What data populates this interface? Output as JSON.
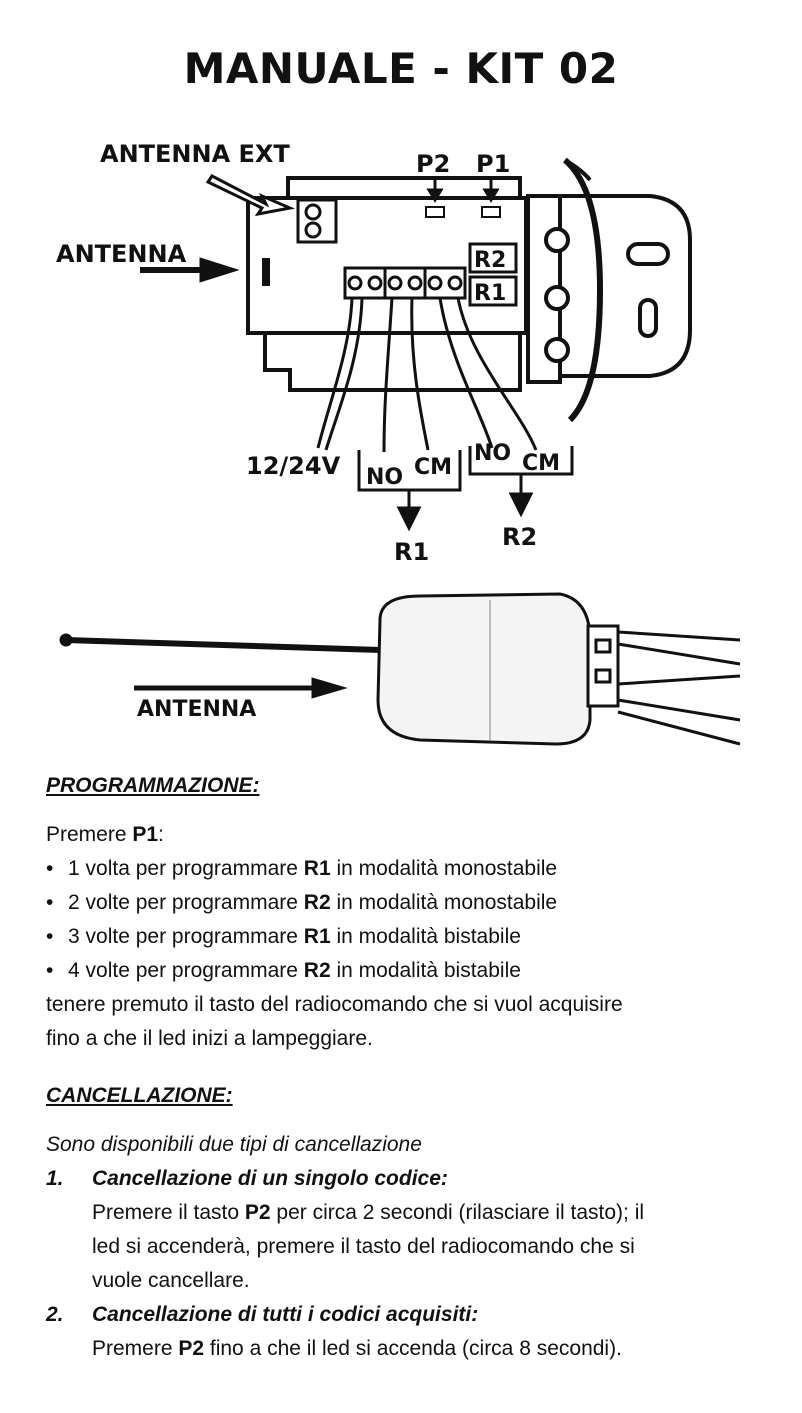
{
  "title": "MANUALE - KIT 02",
  "diagram": {
    "antenna_ext": "ANTENNA EXT",
    "antenna": "ANTENNA",
    "p2": "P2",
    "p1": "P1",
    "r2_box": "R2",
    "r1_box": "R1",
    "voltage": "12/24V",
    "no_1": "NO",
    "cm_1": "CM",
    "no_2": "NO",
    "cm_2": "CM",
    "r1_out": "R1",
    "r2_out": "R2",
    "antenna_2": "ANTENNA"
  },
  "programmazione": {
    "heading": "PROGRAMMAZIONE:",
    "intro_a": "Premere ",
    "intro_b": "P1",
    "intro_c": ":",
    "items": [
      {
        "a": "1 volta per programmare ",
        "b": "R1",
        "c": " in modalità monostabile"
      },
      {
        "a": "2 volte per programmare ",
        "b": "R2",
        "c": " in modalità monostabile"
      },
      {
        "a": "3 volte per programmare ",
        "b": "R1",
        "c": " in modalità bistabile"
      },
      {
        "a": "4 volte per programmare ",
        "b": "R2",
        "c": " in modalità bistabile"
      }
    ],
    "outro_1": "tenere premuto il tasto del radiocomando che si vuol acquisire",
    "outro_2": "fino a che il led inizi a lampeggiare."
  },
  "cancellazione": {
    "heading": "CANCELLAZIONE:",
    "intro": "Sono disponibili due tipi di cancellazione",
    "steps": [
      {
        "num": "1.",
        "title": "Cancellazione di un singolo codice:",
        "l1a": "Premere il tasto ",
        "l1b": "P2",
        "l1c": " per circa 2 secondi (rilasciare il tasto); il",
        "l2": "led si accenderà, premere il tasto del radiocomando che si",
        "l3": "vuole cancellare."
      },
      {
        "num": "2.",
        "title": "Cancellazione di tutti i codici acquisiti:",
        "l1a": "Premere ",
        "l1b": "P2",
        "l1c": " fino a che il led si accenda (circa 8 secondi)."
      }
    ]
  }
}
